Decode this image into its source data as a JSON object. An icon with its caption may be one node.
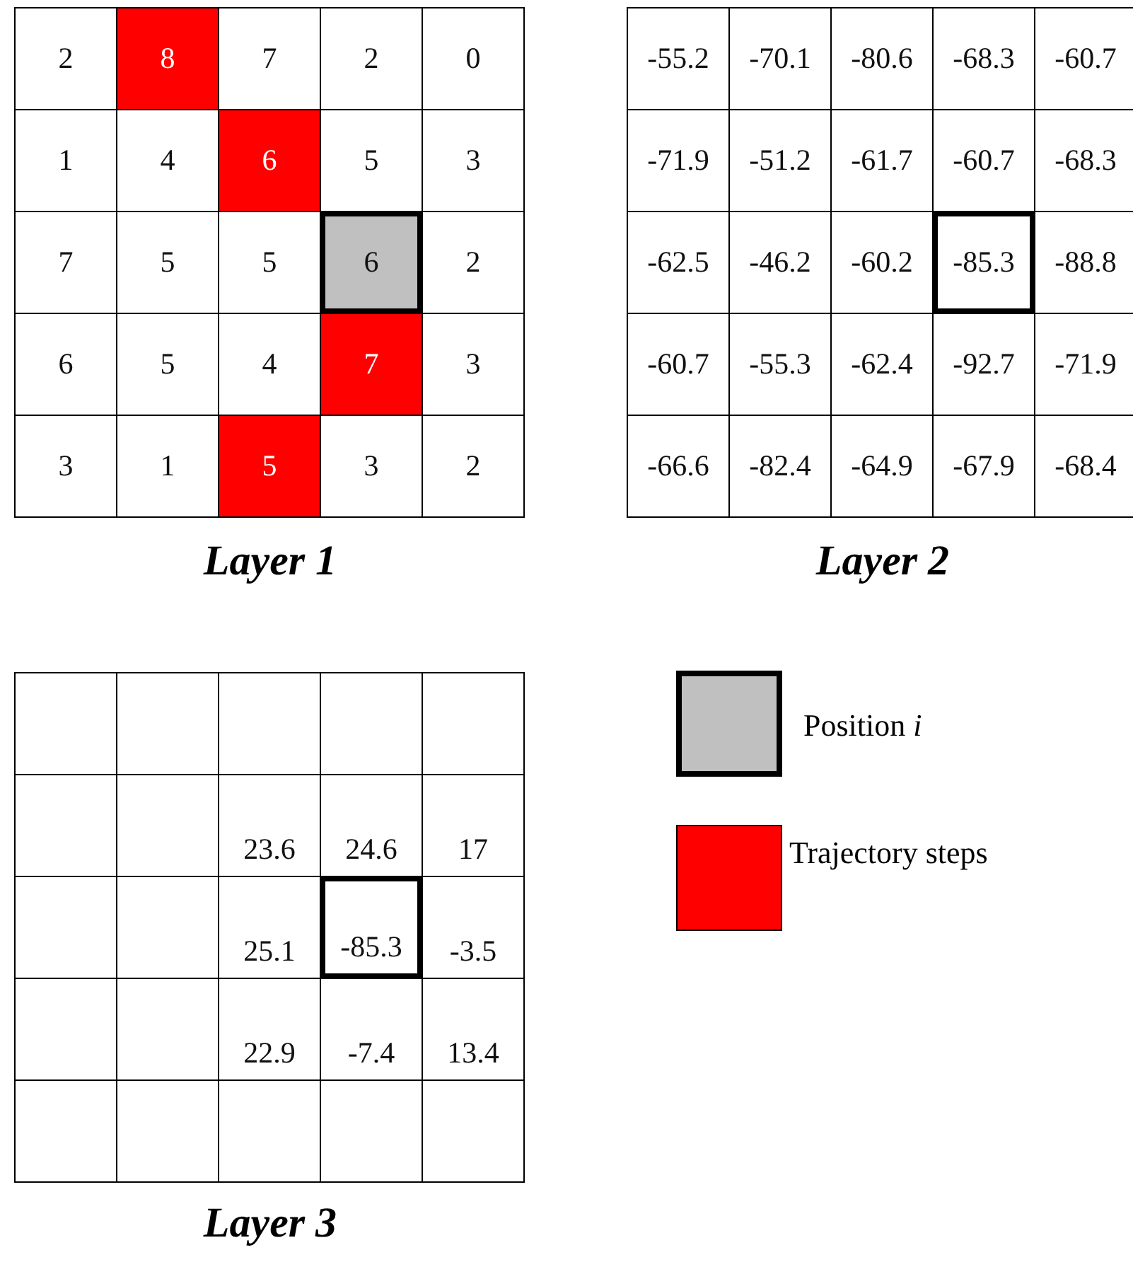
{
  "diagram": {
    "labels": [
      "2",
      "8",
      "7",
      "2",
      "0",
      "1",
      "4",
      "6",
      "5",
      "3",
      "7",
      "5",
      "5",
      "6",
      "2",
      "6",
      "5",
      "4",
      "7",
      "3",
      "3",
      "1",
      "5",
      "3",
      "2",
      "Layer 1",
      "-55.2",
      "-70.1",
      "-80.6",
      "-68.3",
      "-60.7",
      "-71.9",
      "-51.2",
      "-61.7",
      "-60.7",
      "-68.3",
      "-62.5",
      "-46.2",
      "-60.2",
      "-85.3",
      "-88.8",
      "-60.7",
      "-55.3",
      "-62.4",
      "-92.7",
      "-71.9",
      "-66.6",
      "-82.4",
      "-64.9",
      "-67.9",
      "-68.4",
      "Layer 2",
      "23.6",
      "24.6",
      "17",
      "25.1",
      "-85.3",
      "-3.5",
      "22.9",
      "-7.4",
      "13.4",
      "Layer 3"
    ],
    "legend": [
      {
        "text": "Position *i*",
        "color": "#c0c0c0"
      },
      {
        "text": "Trajectory steps",
        "color": "#ff0000"
      }
    ]
  }
}
